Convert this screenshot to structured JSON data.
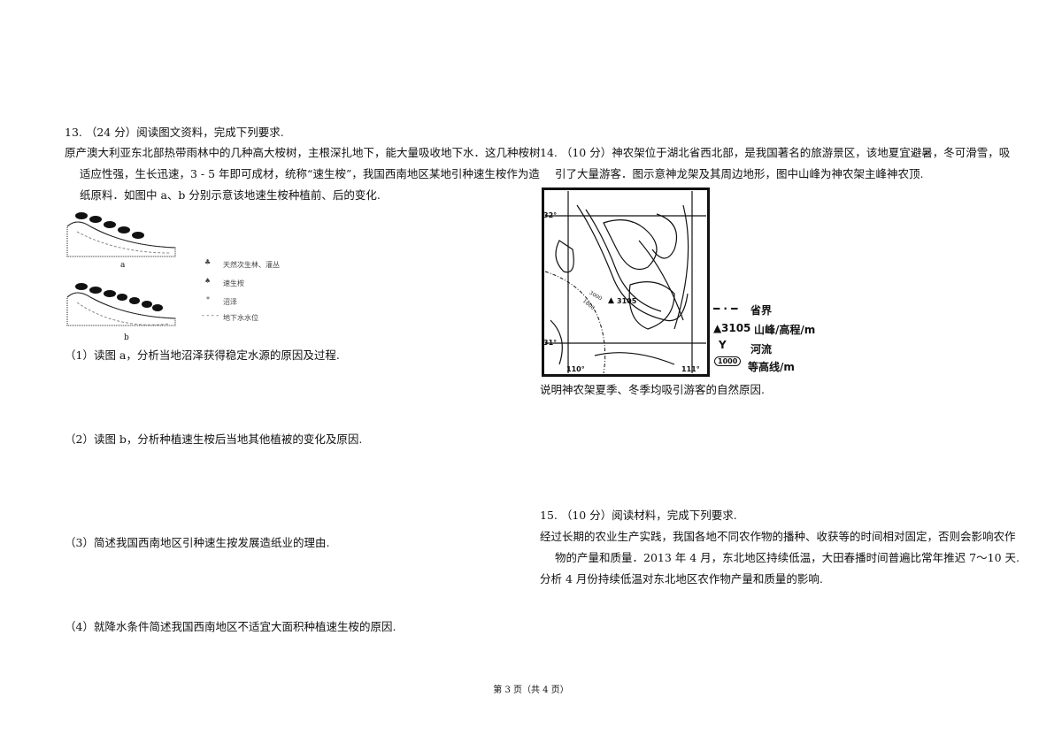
{
  "q13": {
    "title": "13. （24 分）阅读图文资料，完成下列要求.",
    "lines": [
      "原产澳大利亚东北部热带雨林中的几种高大桉树，主根深扎地下，能大量吸收地下水．这几种桉树",
      "适应性强，生长迅速，3 - 5 年即可成材，统称“速生桉”，我国西南地区某地引种速生桉作为造",
      "纸原料．如图中 a、b 分别示意该地速生桉种植前、后的变化."
    ],
    "figure": {
      "label_a": "a",
      "label_b": "b",
      "legend": [
        "天然次生林、灌丛",
        "速生桉",
        "沼泽",
        "地下水水位"
      ]
    },
    "parts": [
      "（1）读图 a，分析当地沼泽获得稳定水源的原因及过程.",
      "（2）读图 b，分析种植速生桉后当地其他植被的变化及原因.",
      "（3）简述我国西南地区引种速生按发展造纸业的理由.",
      "（4）就降水条件简述我国西南地区不适宜大面积种植速生桉的原因."
    ]
  },
  "q14": {
    "lines": [
      "14. （10 分）神农架位于湖北省西北部，是我国著名的旅游景区，该地夏宜避暑，冬可滑雪，吸",
      "引了大量游客．图示意神龙架及其周边地形，图中山峰为神农架主峰神农顶."
    ],
    "map": {
      "lat_top": "32°",
      "lat_bottom": "31°",
      "lon_left": "110°",
      "lon_right": "111°",
      "peak": "3105",
      "contour_a": "3000",
      "contour_b": "1800",
      "legend": [
        {
          "symbol": "",
          "label": "省界"
        },
        {
          "symbol": "3105",
          "label": "山峰/高程/m"
        },
        {
          "symbol": "",
          "label": "河流"
        },
        {
          "symbol": "1000",
          "label": "等高线/m"
        }
      ]
    },
    "question": "说明神农架夏季、冬季均吸引游客的自然原因."
  },
  "q15": {
    "lines": [
      "15. （10 分）阅读材料，完成下列要求.",
      "经过长期的农业生产实践，我国各地不同农作物的播种、收获等的时间相对固定，否则会影响农作",
      "物的产量和质量．2013 年 4 月，东北地区持续低温，大田春播时间普遍比常年推迟 7～10 天.",
      "分析 4 月份持续低温对东北地区农作物产量和质量的影响."
    ]
  },
  "footer": "第 3 页（共 4 页）"
}
